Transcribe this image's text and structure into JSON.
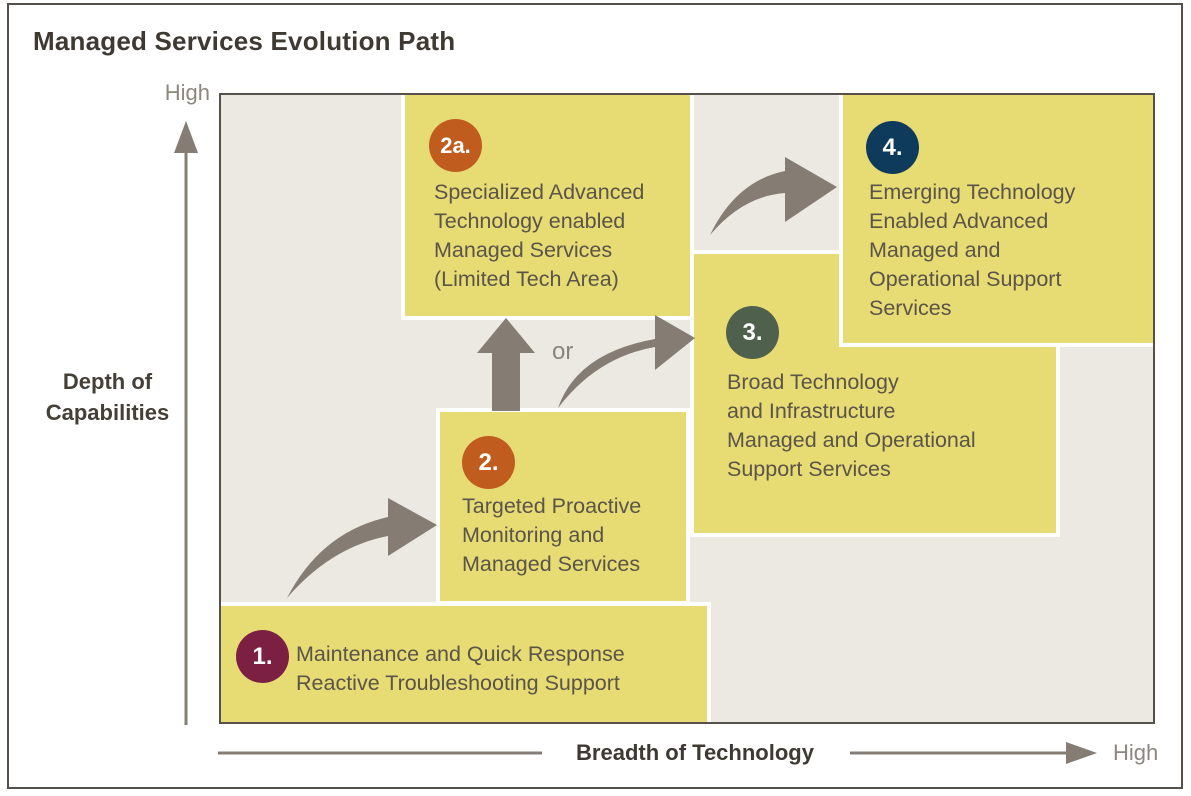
{
  "title": "Managed Services Evolution Path",
  "axes": {
    "y_label": "Depth of\nCapabilities",
    "y_high": "High",
    "x_label": "Breadth of Technology",
    "x_high": "High"
  },
  "connector_or": "or",
  "colors": {
    "box_fill": "#e7db74",
    "plot_bg": "#ece8e2",
    "arrow": "#857c74",
    "badge_1": "#7b2043",
    "badge_2": "#c05c1e",
    "badge_2a": "#c05c1e",
    "badge_3": "#4f614d",
    "badge_4": "#0e3a5c"
  },
  "boxes": {
    "b1": {
      "badge": "1.",
      "text": "Maintenance and Quick Response\nReactive Troubleshooting Support"
    },
    "b2": {
      "badge": "2.",
      "text": "Targeted Proactive\nMonitoring and\nManaged Services"
    },
    "b2a": {
      "badge": "2a.",
      "text": "Specialized Advanced\nTechnology enabled\nManaged Services\n(Limited Tech Area)"
    },
    "b3": {
      "badge": "3.",
      "text": "Broad Technology\nand Infrastructure\nManaged and Operational\nSupport Services"
    },
    "b4": {
      "badge": "4.",
      "text": "Emerging Technology\nEnabled Advanced\nManaged and\nOperational Support\nServices"
    }
  }
}
